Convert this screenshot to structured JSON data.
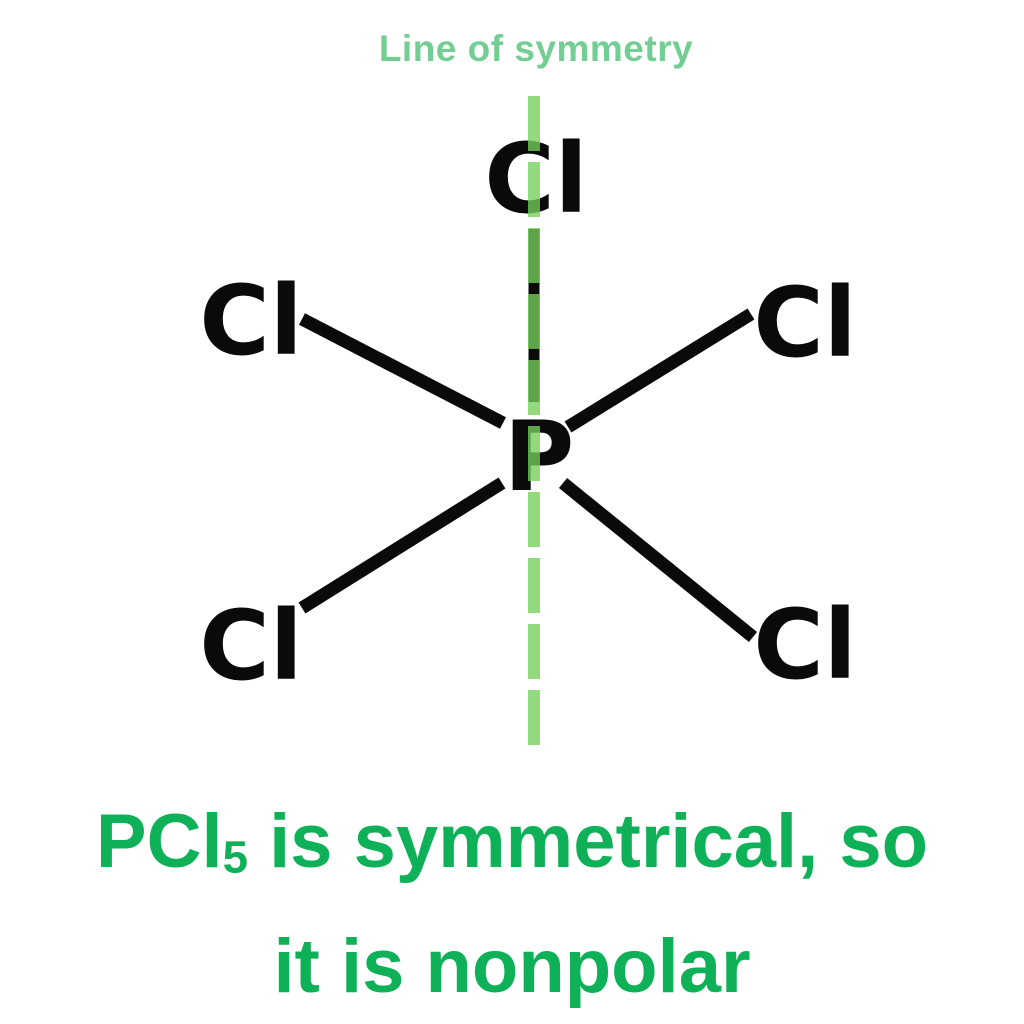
{
  "colors": {
    "background": "#ffffff",
    "symmetry_label_green": "#72ce93",
    "symmetry_line_green": "rgba(116,207,90,0.78)",
    "molecule_black": "#0a0a0a",
    "caption_green": "#0fb158"
  },
  "symmetry": {
    "label": "Line of symmetry"
  },
  "molecule": {
    "center_atom": "P",
    "atoms": {
      "top": "Cl",
      "upper_left": "Cl",
      "upper_right": "Cl",
      "lower_left": "Cl",
      "lower_right": "Cl"
    }
  },
  "caption": {
    "formula": "PCl",
    "formula_subscript": "5",
    "line1_rest": " is symmetrical, so",
    "line2": "it is nonpolar"
  }
}
